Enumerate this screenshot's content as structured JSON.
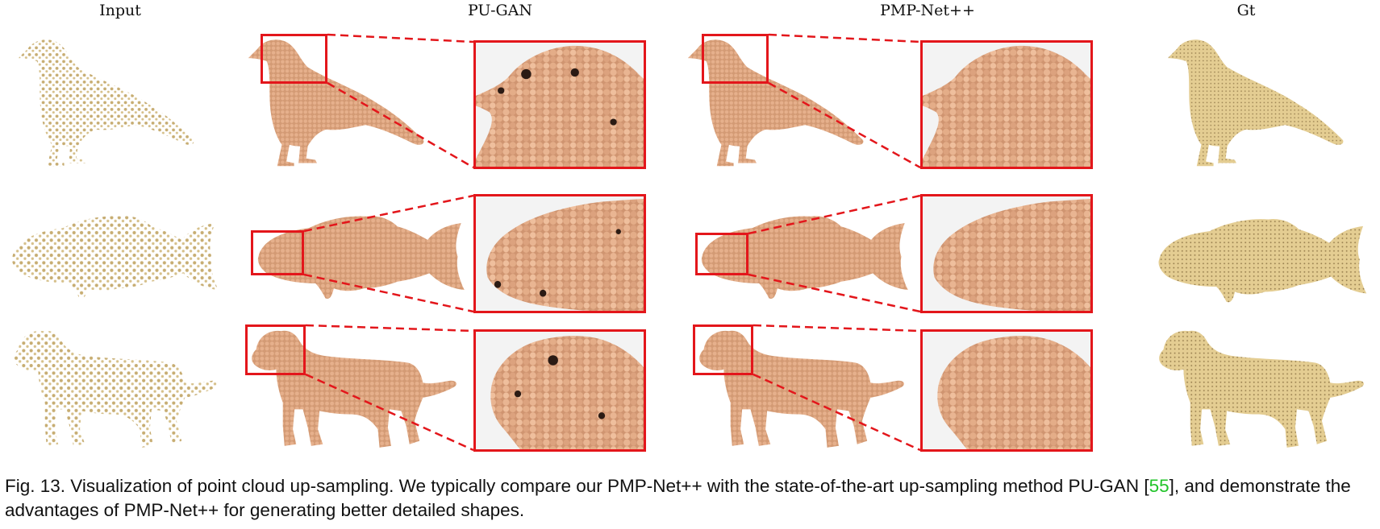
{
  "columns": [
    "Input",
    "PU-GAN",
    "PMP-Net++",
    "Gt"
  ],
  "rows": [
    "bird",
    "fish",
    "dog"
  ],
  "colors": {
    "input_points": "#cbb27a",
    "result_points": "#dea37f",
    "gt_surface": "#e2cb8e",
    "zoom_frame": "#e3161b",
    "citation": "#22c42a"
  },
  "caption": {
    "part1": "Fig. 13. Visualization of point cloud up-sampling. We typically compare our PMP-Net++ with the state-of-the-art up-sampling method PU-GAN [",
    "citation": "55",
    "part2": "], and demonstrate the advantages of PMP-Net++ for generating better detailed shapes."
  }
}
